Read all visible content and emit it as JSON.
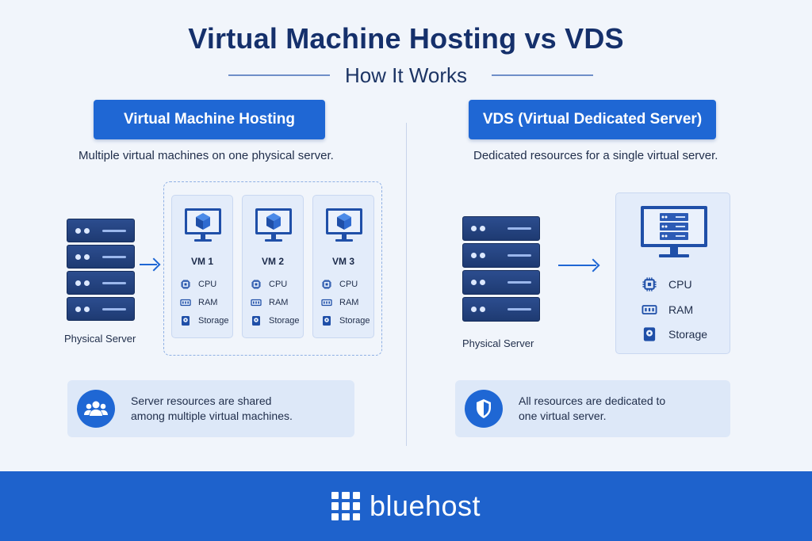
{
  "title": "Virtual Machine Hosting vs VDS",
  "subtitle": "How It Works",
  "left": {
    "heading": "Virtual Machine Hosting",
    "description": "Multiple virtual machines on one physical server.",
    "server_label": "Physical Server",
    "vms": [
      {
        "name": "VM 1",
        "resources": [
          "CPU",
          "RAM",
          "Storage"
        ]
      },
      {
        "name": "VM 2",
        "resources": [
          "CPU",
          "RAM",
          "Storage"
        ]
      },
      {
        "name": "VM 3",
        "resources": [
          "CPU",
          "RAM",
          "Storage"
        ]
      }
    ],
    "info": [
      "Server resources are shared",
      "among multiple virtual machines."
    ],
    "info_icon": "users-icon"
  },
  "right": {
    "heading": "VDS (Virtual Dedicated Server)",
    "description": "Dedicated resources for a single virtual server.",
    "server_label": "Physical Server",
    "resources": [
      "CPU",
      "RAM",
      "Storage"
    ],
    "info": [
      "All resources are dedicated to",
      "one virtual server."
    ],
    "info_icon": "shield-icon"
  },
  "footer": {
    "brand": "bluehost",
    "brand_icon": "grid-logo-icon"
  },
  "colors": {
    "accent": "#1f67d4",
    "title": "#15306b",
    "server": "#1e3a72",
    "background": "#f1f5fb",
    "footer": "#1e62cc"
  }
}
